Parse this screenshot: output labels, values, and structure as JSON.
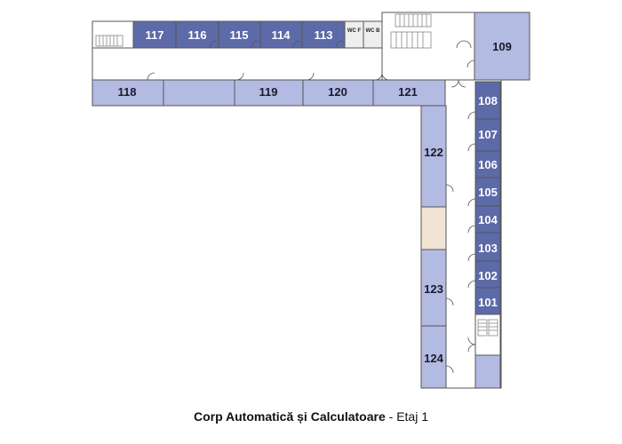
{
  "caption": {
    "building": "Corp Automatică și Calculatoare",
    "separator": " - ",
    "floor": "Etaj 1"
  },
  "rooms": {
    "r117": "117",
    "r116": "116",
    "r115": "115",
    "r114": "114",
    "r113": "113",
    "wcf": "WC F",
    "wcb": "WC B",
    "r109": "109",
    "r118": "118",
    "r119": "119",
    "r120": "120",
    "r121": "121",
    "r108": "108",
    "r107": "107",
    "r106": "106",
    "r105": "105",
    "r104": "104",
    "r103": "103",
    "r102": "102",
    "r101": "101",
    "r122": "122",
    "r123": "123",
    "r124": "124"
  },
  "colors": {
    "dark_room": "#5c6aa8",
    "light_room": "#b3bbe3",
    "beige_room": "#f1e4d4",
    "wc_room": "#eeeeee",
    "corridor": "#ffffff",
    "wall": "#555555"
  }
}
